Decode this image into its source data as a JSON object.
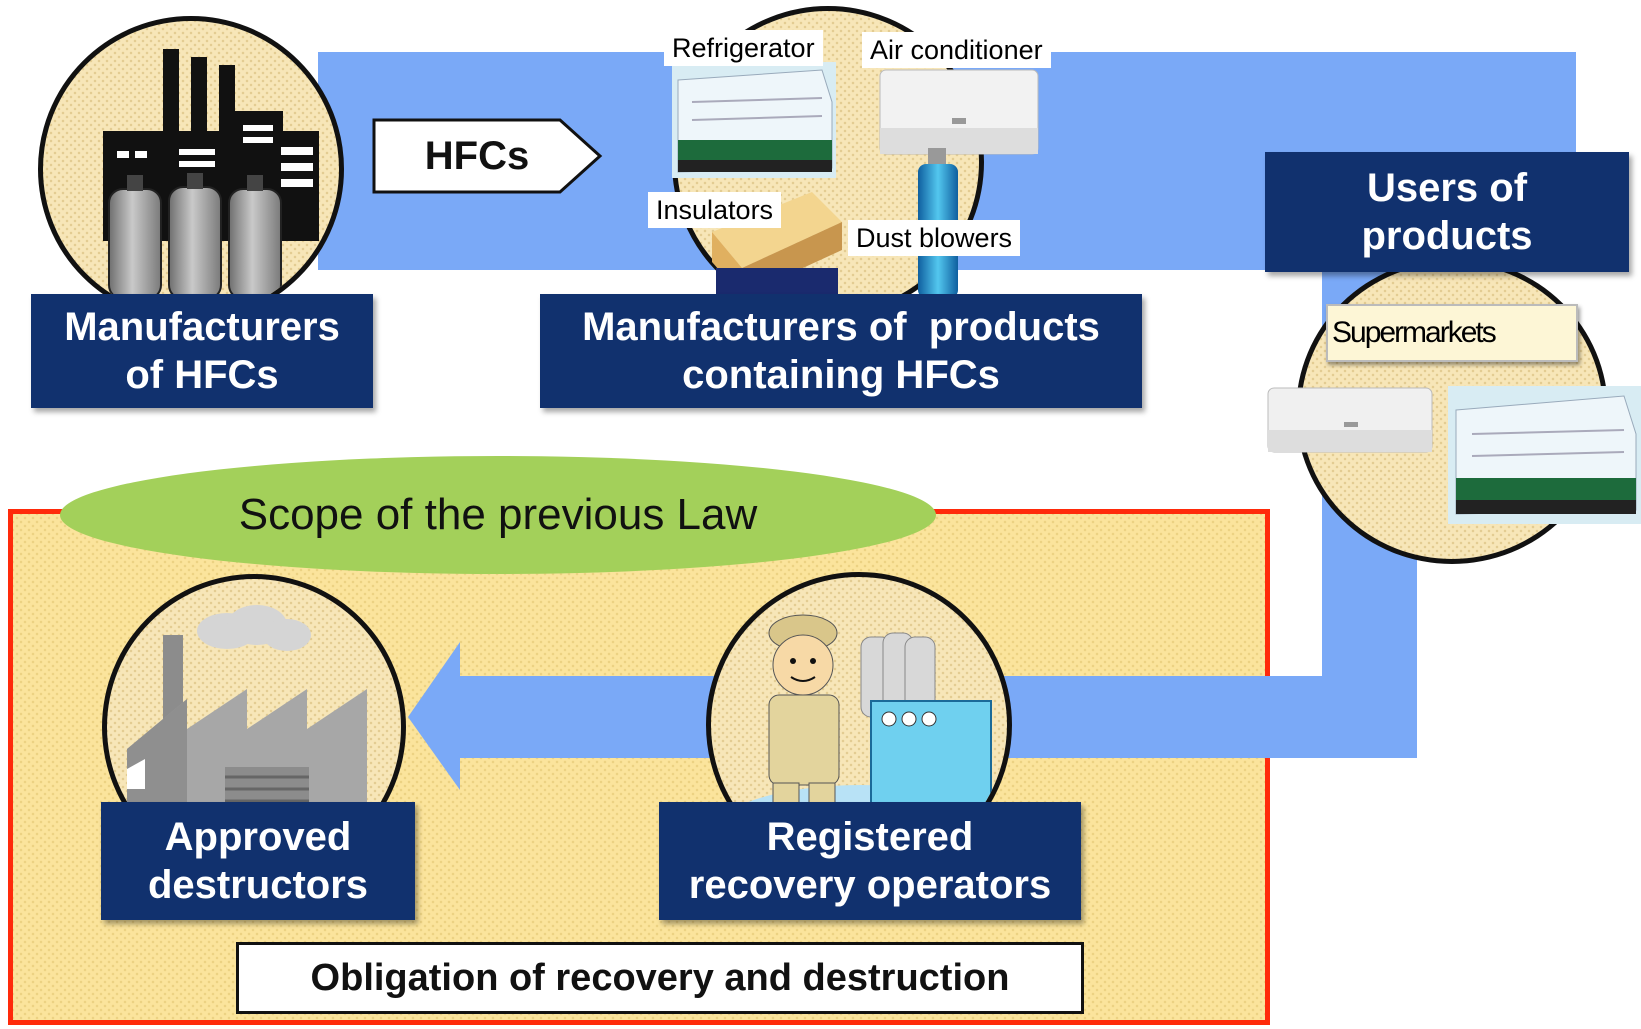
{
  "flow": {
    "hfcs_arrow_label": "HFCs"
  },
  "nodes": {
    "hfc_manufacturers": {
      "line1": "Manufacturers",
      "line2": "of HFCs"
    },
    "product_manufacturers": {
      "line1": "Manufacturers of  products",
      "line2": "containing HFCs"
    },
    "users": {
      "line1": "Users of",
      "line2": "products"
    },
    "destructors": {
      "line1": "Approved",
      "line2": "destructors"
    },
    "recovery_operators": {
      "line1": "Registered",
      "line2": "recovery operators"
    }
  },
  "product_labels": {
    "refrigerator": "Refrigerator",
    "air_conditioner": "Air conditioner",
    "insulators": "Insulators",
    "dust_blowers": "Dust blowers"
  },
  "users_tag": "Supermarkets",
  "scope_label": "Scope of the previous Law",
  "obligation_label": "Obligation of recovery and destruction",
  "colors": {
    "flow_blue": "#7aa9f7",
    "navy": "#11316e",
    "scope_green": "#a3d05a",
    "scope_fill": "#fbe49c",
    "scope_border": "#ff2a0a"
  },
  "icons": [
    "factory-icon",
    "gas-cylinder-icon",
    "refrigerated-showcase-icon",
    "air-conditioner-icon",
    "insulator-board-icon",
    "dust-blower-can-icon",
    "destruction-plant-icon",
    "worker-icon",
    "recovery-machine-icon"
  ]
}
